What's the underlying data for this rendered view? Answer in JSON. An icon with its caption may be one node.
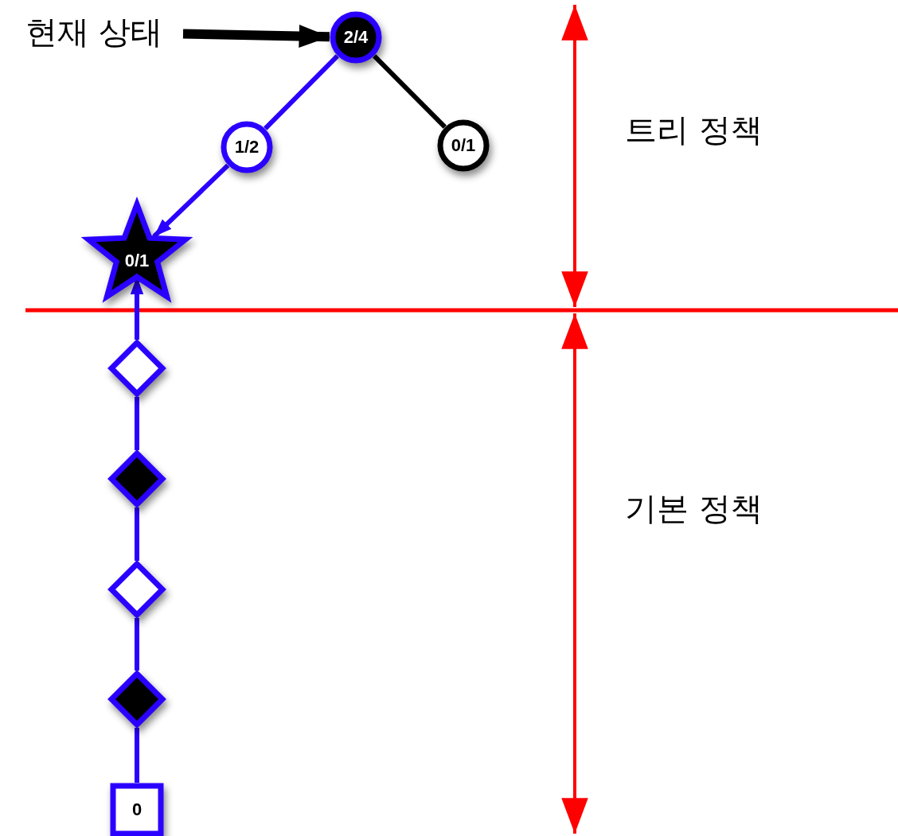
{
  "diagram": {
    "nodes": [
      {
        "text": [
          "현재 상태"
        ]
      },
      {
        "text": [
          "2/4"
        ]
      },
      {
        "text": [
          "1/2"
        ]
      },
      {
        "text": [
          "0/1"
        ]
      },
      {
        "text": [
          "0/1"
        ]
      },
      {
        "text": [],
        "shape": "diamond"
      },
      {
        "text": [],
        "shape": "diamond"
      },
      {
        "text": [],
        "shape": "diamond"
      },
      {
        "text": [],
        "shape": "diamond"
      },
      {
        "text": [
          "0"
        ]
      }
    ],
    "edges": [
      {
        "from": 0,
        "to": 1,
        "arrow": "to",
        "style": "thick",
        "color": "#000000"
      },
      {
        "from": 1,
        "to": 2,
        "arrow": "none"
      },
      {
        "from": 1,
        "to": 3,
        "arrow": "none",
        "color": "#000000"
      },
      {
        "from": 2,
        "to": 4,
        "arrow": "to"
      },
      {
        "from": 5,
        "to": 4,
        "arrow": "to"
      },
      {
        "from": 5,
        "to": 6,
        "arrow": "none"
      },
      {
        "from": 6,
        "to": 7,
        "arrow": "none"
      },
      {
        "from": 7,
        "to": 8,
        "arrow": "none"
      },
      {
        "from": 8,
        "to": 9,
        "arrow": "none"
      }
    ],
    "labels": [
      "트리 정책",
      "기본 정책"
    ]
  }
}
